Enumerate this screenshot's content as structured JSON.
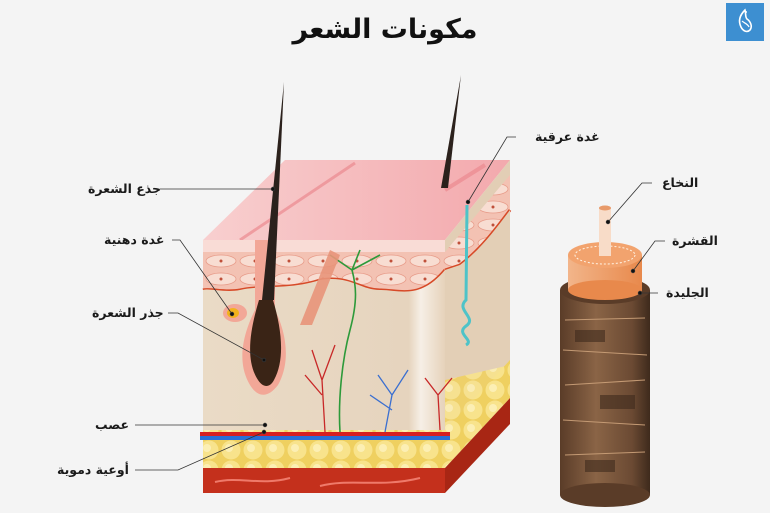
{
  "title": "مكونات الشعر",
  "logo": {
    "name": "Al Jazeera",
    "color": "#3d8fd1"
  },
  "skin_diagram": {
    "labels": [
      {
        "id": "hair-shaft",
        "text": "جذع الشعرة"
      },
      {
        "id": "sebaceous-gland",
        "text": "غدة دهنية"
      },
      {
        "id": "hair-root",
        "text": "جذر الشعرة"
      },
      {
        "id": "nerve",
        "text": "عصب"
      },
      {
        "id": "blood-vessels",
        "text": "أوعية دموية"
      },
      {
        "id": "sweat-gland",
        "text": "غدة عرقية"
      }
    ]
  },
  "hair_cross_section": {
    "labels": [
      {
        "id": "medulla",
        "text": "النخاع"
      },
      {
        "id": "cortex",
        "text": "القشرة"
      },
      {
        "id": "cuticle",
        "text": "الجليدة"
      }
    ]
  },
  "colors": {
    "background": "#f4f4f4",
    "epidermis": "#f6b8b8",
    "dermis": "#e8d8c4",
    "fat": "#f5de7a",
    "muscle": "#c0392b",
    "hair": "#2b211c",
    "cuticle": "#6e4b32",
    "cortex": "#f0a06a"
  }
}
